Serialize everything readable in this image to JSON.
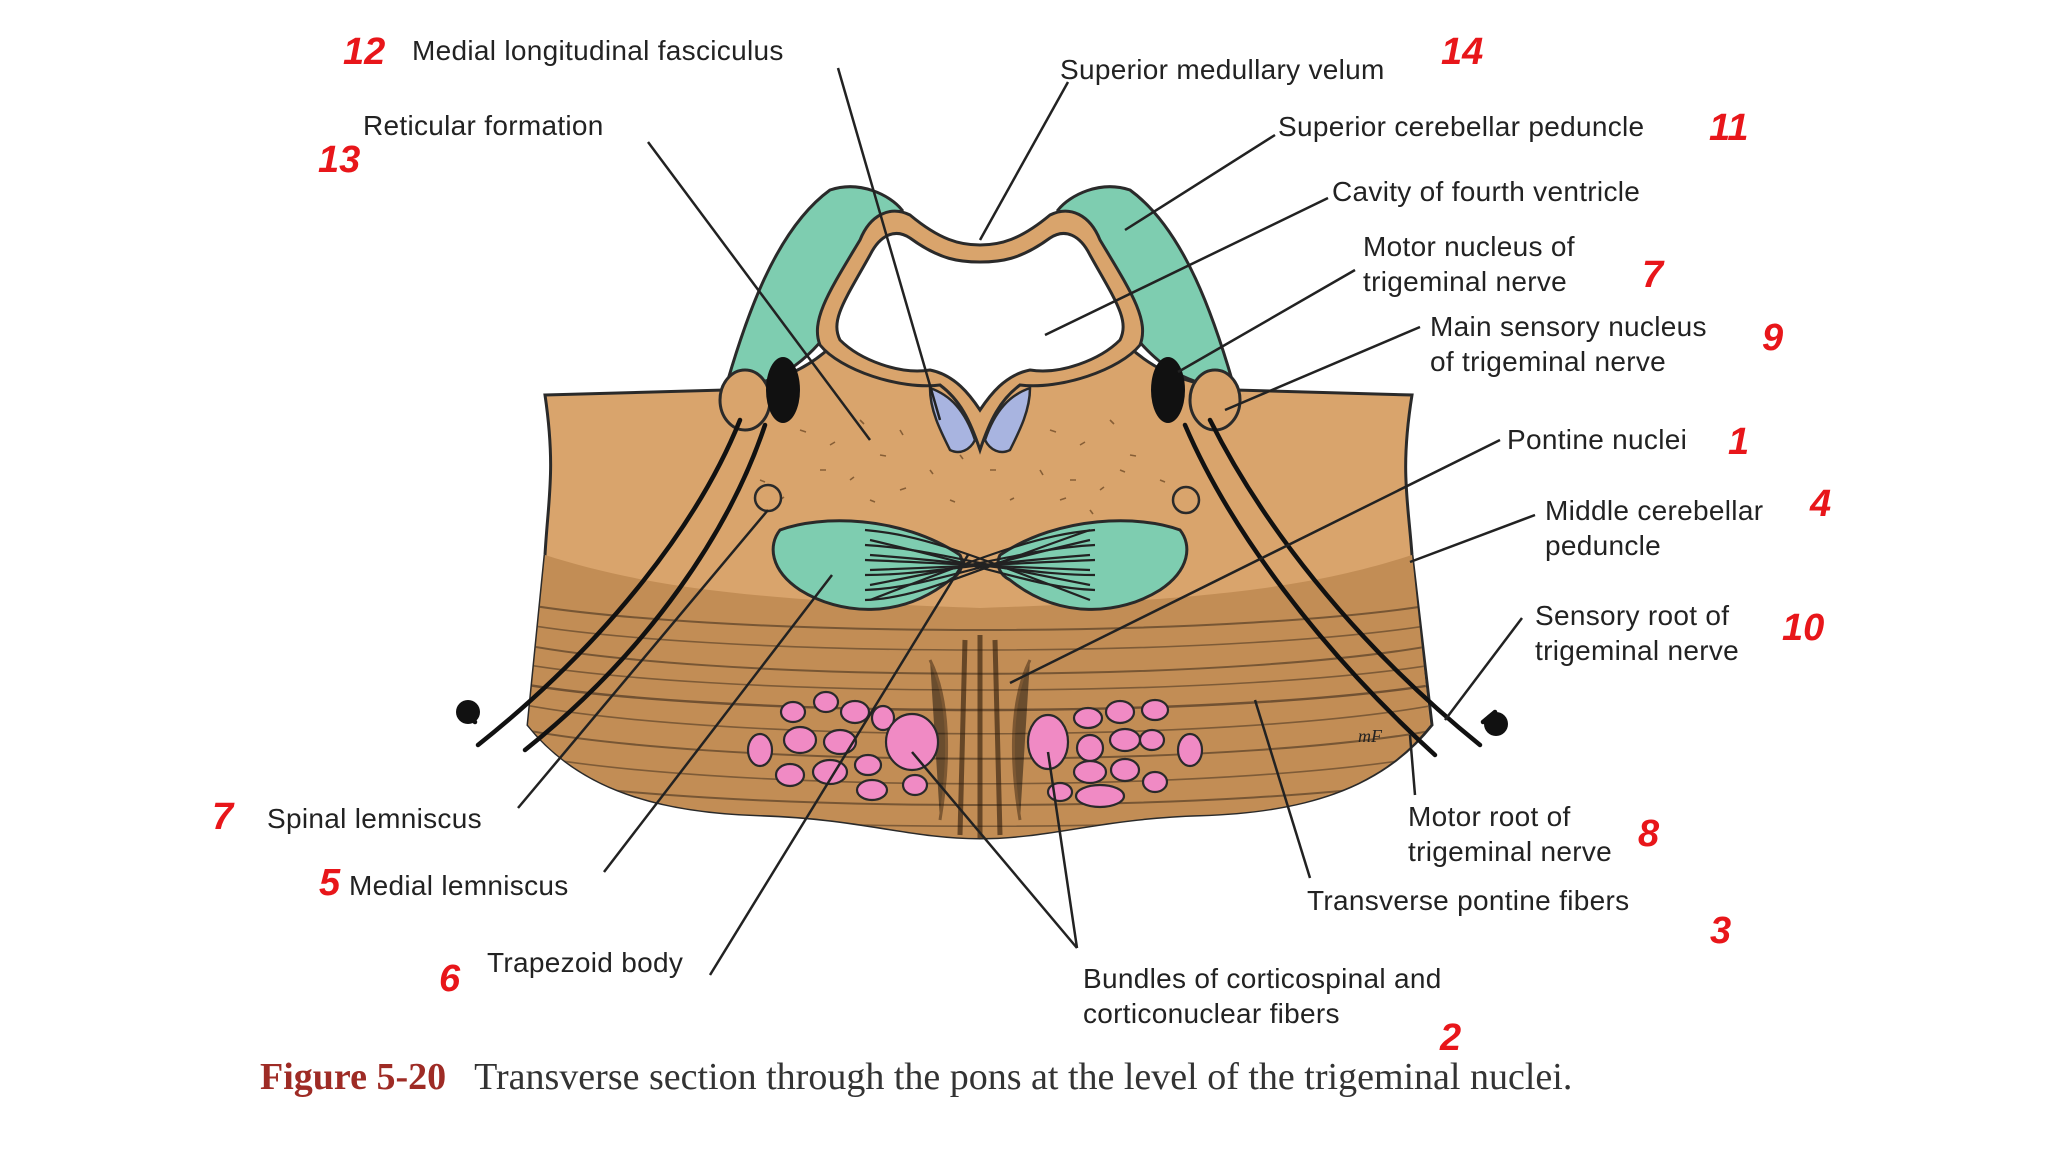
{
  "labels": {
    "mlf": "Medial longitudinal fasciculus",
    "smv": "Superior medullary velum",
    "rf": "Reticular formation",
    "scp": "Superior cerebellar peduncle",
    "cfv": "Cavity of fourth ventricle",
    "mntn": "Motor nucleus of\ntrigeminal nerve",
    "msn": "Main sensory nucleus\nof trigeminal nerve",
    "pn": "Pontine nuclei",
    "mcp": "Middle cerebellar\npeduncle",
    "srtn": "Sensory root of\ntrigeminal nerve",
    "sl": "Spinal lemniscus",
    "ml": "Medial lemniscus",
    "mrtn": "Motor root of\ntrigeminal nerve",
    "tpf": "Transverse pontine fibers",
    "tb": "Trapezoid body",
    "bcc": "Bundles of corticospinal and\ncorticonuclear fibers",
    "artist": "mF"
  },
  "numbers": {
    "mlf": "12",
    "smv": "14",
    "rf": "13",
    "scp": "11",
    "mntn": "7",
    "msn": "9",
    "pn": "1",
    "mcp": "4",
    "srtn": "10",
    "sl": "7",
    "ml": "5",
    "mrtn": "8",
    "tpf": "3",
    "tb": "6",
    "bcc": "2"
  },
  "caption": {
    "figure": "Figure 5-20",
    "text": "Transverse section through the pons at the level of the trigeminal nuclei."
  },
  "colors": {
    "tissue": "#d9a46c",
    "green": "#7ecdb0",
    "blue": "#a8b4e0",
    "pink": "#f08ac4",
    "number_red": "#e8161a"
  }
}
